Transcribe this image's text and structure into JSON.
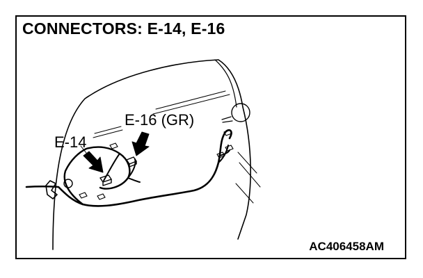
{
  "title": "CONNECTORS: E-14, E-16",
  "labels": {
    "e14": "E-14",
    "e16": "E-16 (GR)"
  },
  "figure_code": "AC406458AM",
  "colors": {
    "line": "#000000",
    "background": "#ffffff"
  }
}
